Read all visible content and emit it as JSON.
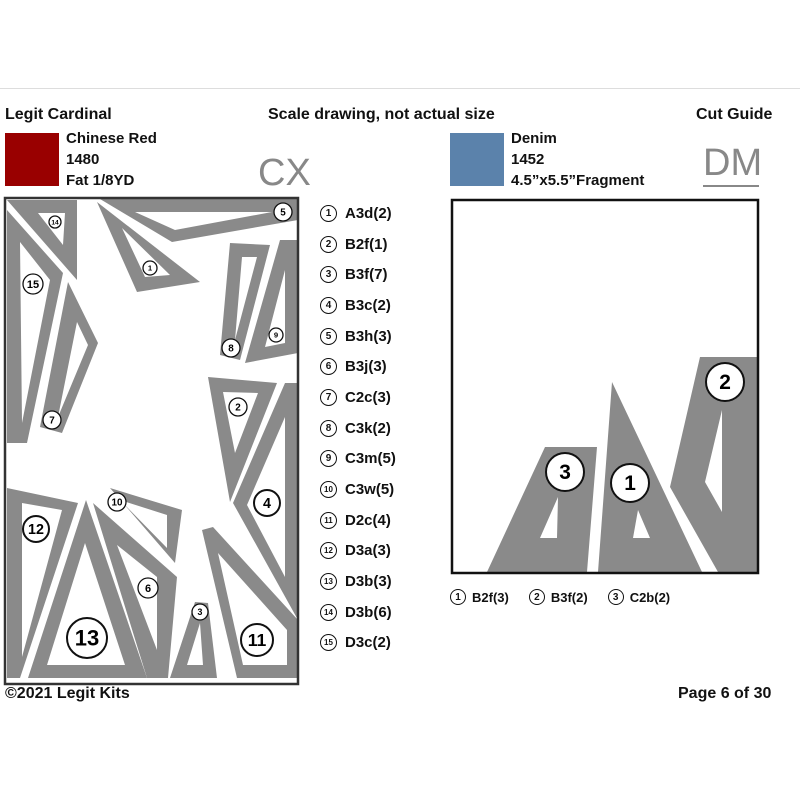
{
  "header": {
    "title": "Legit Cardinal",
    "subtitle": "Scale drawing, not actual size",
    "guide": "Cut Guide"
  },
  "fabrics": [
    {
      "name": "Chinese Red",
      "number": "1480",
      "size": "Fat 1/8YD",
      "code": "CX",
      "color": "#990000"
    },
    {
      "name": "Denim",
      "number": "1452",
      "size": "4.5”x5.5”Fragment",
      "code": "DM",
      "color": "#5b82ab"
    }
  ],
  "left_labels": [
    "1",
    "2",
    "3",
    "4",
    "5",
    "6",
    "7",
    "8",
    "9",
    "10",
    "11",
    "12",
    "13",
    "14",
    "15"
  ],
  "left_list": [
    {
      "n": "1",
      "t": "A3d(2)"
    },
    {
      "n": "2",
      "t": "B2f(1)"
    },
    {
      "n": "3",
      "t": "B3f(7)"
    },
    {
      "n": "4",
      "t": "B3c(2)"
    },
    {
      "n": "5",
      "t": "B3h(3)"
    },
    {
      "n": "6",
      "t": "B3j(3)"
    },
    {
      "n": "7",
      "t": "C2c(3)"
    },
    {
      "n": "8",
      "t": "C3k(2)"
    },
    {
      "n": "9",
      "t": "C3m(5)"
    },
    {
      "n": "10",
      "t": "C3w(5)"
    },
    {
      "n": "11",
      "t": "D2c(4)"
    },
    {
      "n": "12",
      "t": "D3a(3)"
    },
    {
      "n": "13",
      "t": "D3b(3)"
    },
    {
      "n": "14",
      "t": "D3b(6)"
    },
    {
      "n": "15",
      "t": "D3c(2)"
    }
  ],
  "right_labels": [
    "1",
    "2",
    "3"
  ],
  "right_list": [
    {
      "n": "1",
      "t": "B2f(3)"
    },
    {
      "n": "2",
      "t": "B3f(2)"
    },
    {
      "n": "3",
      "t": "C2b(2)"
    }
  ],
  "footer": {
    "copyright": "©2021 Legit Kits",
    "page": "Page 6 of 30"
  }
}
